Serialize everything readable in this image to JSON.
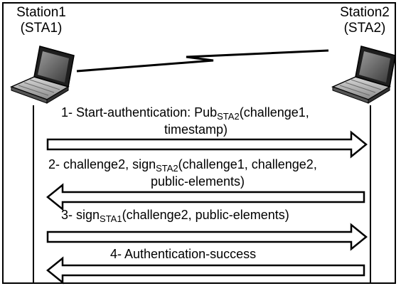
{
  "stations": {
    "sta1": {
      "name": "Station1",
      "id": "(STA1)"
    },
    "sta2": {
      "name": "Station2",
      "id": "(STA2)"
    }
  },
  "messages": {
    "m1": {
      "prefix": "1- Start-authentication: Pub",
      "sub": "STA2",
      "suffix": "(challenge1,",
      "line2": "timestamp)",
      "direction": "right"
    },
    "m2": {
      "prefix": "2- challenge2, sign",
      "sub": "STA2",
      "suffix": "(challenge1, challenge2,",
      "line2": "public-elements)",
      "direction": "left"
    },
    "m3": {
      "prefix": "3- sign",
      "sub": "STA1",
      "suffix": "(challenge2, public-elements)",
      "direction": "right"
    },
    "m4": {
      "text": "4- Authentication-success",
      "direction": "left"
    }
  },
  "icons": {
    "laptop_left": "laptop-icon",
    "laptop_right": "laptop-icon",
    "wireless_link": "lightning-link-icon"
  }
}
